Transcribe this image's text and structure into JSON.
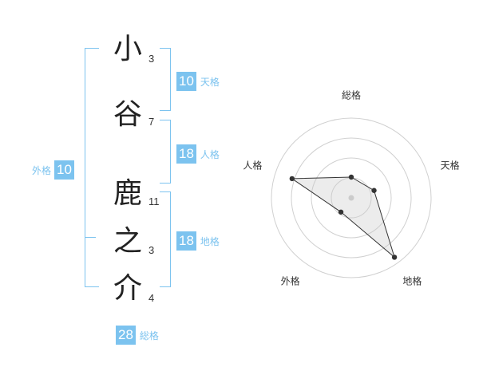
{
  "name_chars": [
    {
      "char": "小",
      "strokes": "3"
    },
    {
      "char": "谷",
      "strokes": "7"
    },
    {
      "char": "鹿",
      "strokes": "11"
    },
    {
      "char": "之",
      "strokes": "3"
    },
    {
      "char": "介",
      "strokes": "4"
    }
  ],
  "fortune": {
    "tenkaku": {
      "value": "10",
      "label": "天格"
    },
    "jinkaku": {
      "value": "18",
      "label": "人格"
    },
    "chikaku": {
      "value": "18",
      "label": "地格"
    },
    "gaikaku": {
      "value": "10",
      "label": "外格"
    },
    "soukaku": {
      "value": "28",
      "label": "総格"
    }
  },
  "colors": {
    "accent": "#7cc3ef",
    "text": "#222222"
  },
  "chart_data": {
    "type": "radar",
    "axes": [
      "総格",
      "天格",
      "地格",
      "外格",
      "人格"
    ],
    "values": [
      1.3,
      1.5,
      4.6,
      1.1,
      3.9
    ],
    "rmax": 5,
    "rings": 4
  }
}
